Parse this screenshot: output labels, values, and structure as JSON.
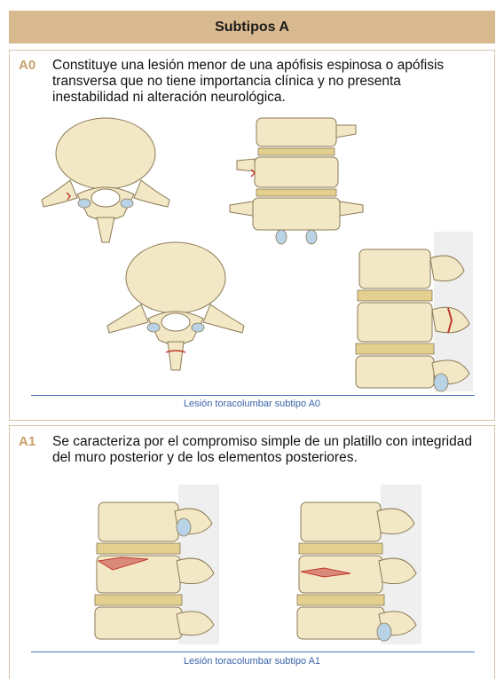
{
  "header": {
    "title": "Subtipos A"
  },
  "a0": {
    "code": "A0",
    "description": "Constituye una lesión menor de una apófisis espinosa o apófisis transversa que no tiene importancia clínica y no presenta inestabilidad ni alteración neurológica.",
    "caption": "Lesión toracolumbar subtipo A0"
  },
  "a1": {
    "code": "A1",
    "description": "Se caracteriza por el compromiso simple de un platillo con integridad del muro posterior y de los elementos posteriores.",
    "caption": "Lesión toracolumbar subtipo A1"
  },
  "colors": {
    "bone": "#f2e8c6",
    "outline": "#8c7a55",
    "disc": "#e3cf8e",
    "cartilage": "#b9d3e6",
    "fracture": "#c0392b",
    "header": "#d9b98f",
    "accent": "#c9a06a",
    "caption": "#3a63a8"
  }
}
